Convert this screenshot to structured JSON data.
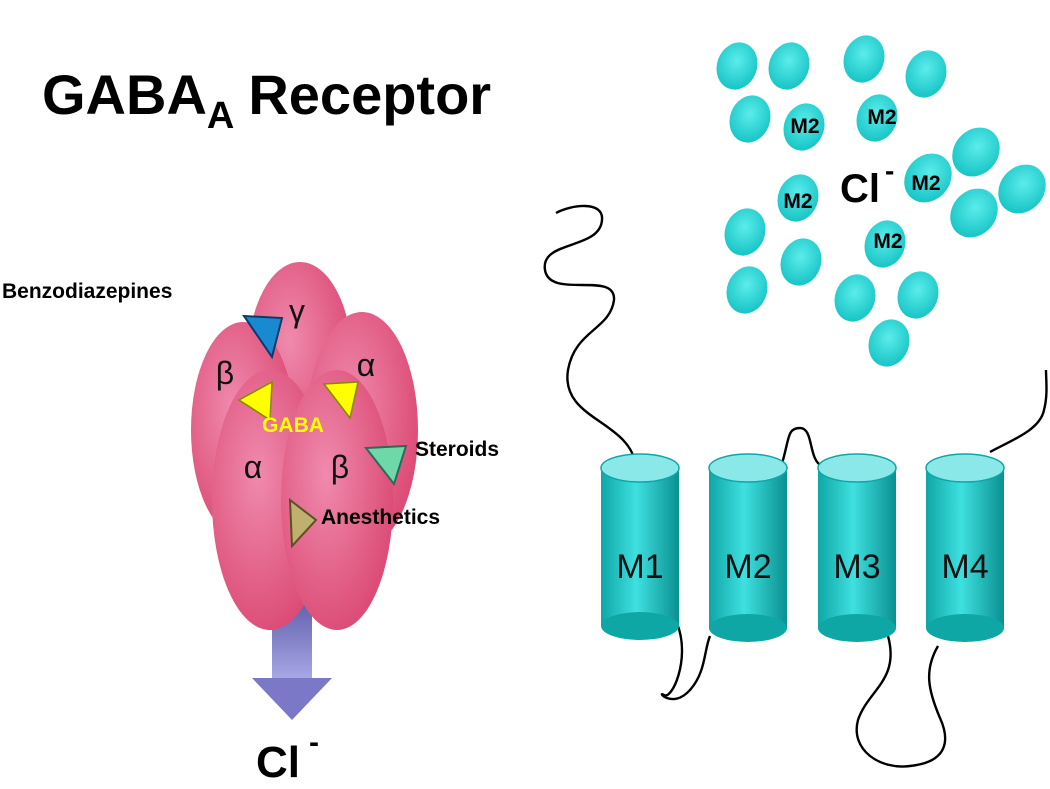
{
  "title": {
    "main": "GABA",
    "subscript": "A",
    "rest": "Receptor"
  },
  "subunits": [
    {
      "label": "γ"
    },
    {
      "label": "β"
    },
    {
      "label": "α"
    },
    {
      "label": "α"
    },
    {
      "label": "β"
    }
  ],
  "binding_sites": {
    "benzodiazepines": "Benzodiazepines",
    "gaba": "GABA",
    "steroids": "Steroids",
    "anesthetics": "Anesthetics"
  },
  "ion_flow": {
    "ion": "Cl",
    "charge": "-"
  },
  "pore": {
    "ion": "Cl",
    "charge": "-",
    "segments": [
      "M2",
      "M2",
      "M2",
      "M2",
      "M2"
    ]
  },
  "transmembrane": [
    "M1",
    "M2",
    "M3",
    "M4"
  ],
  "colors": {
    "subunit": "#e8507c",
    "subunit_highlight": "#f49ab8",
    "gaba_text": "#ffff00",
    "arrow": "#6a64b8",
    "cylinder": "#17c8c8",
    "cylinder_top": "#7fe8e8",
    "pore_blob": "#22d0d0"
  }
}
